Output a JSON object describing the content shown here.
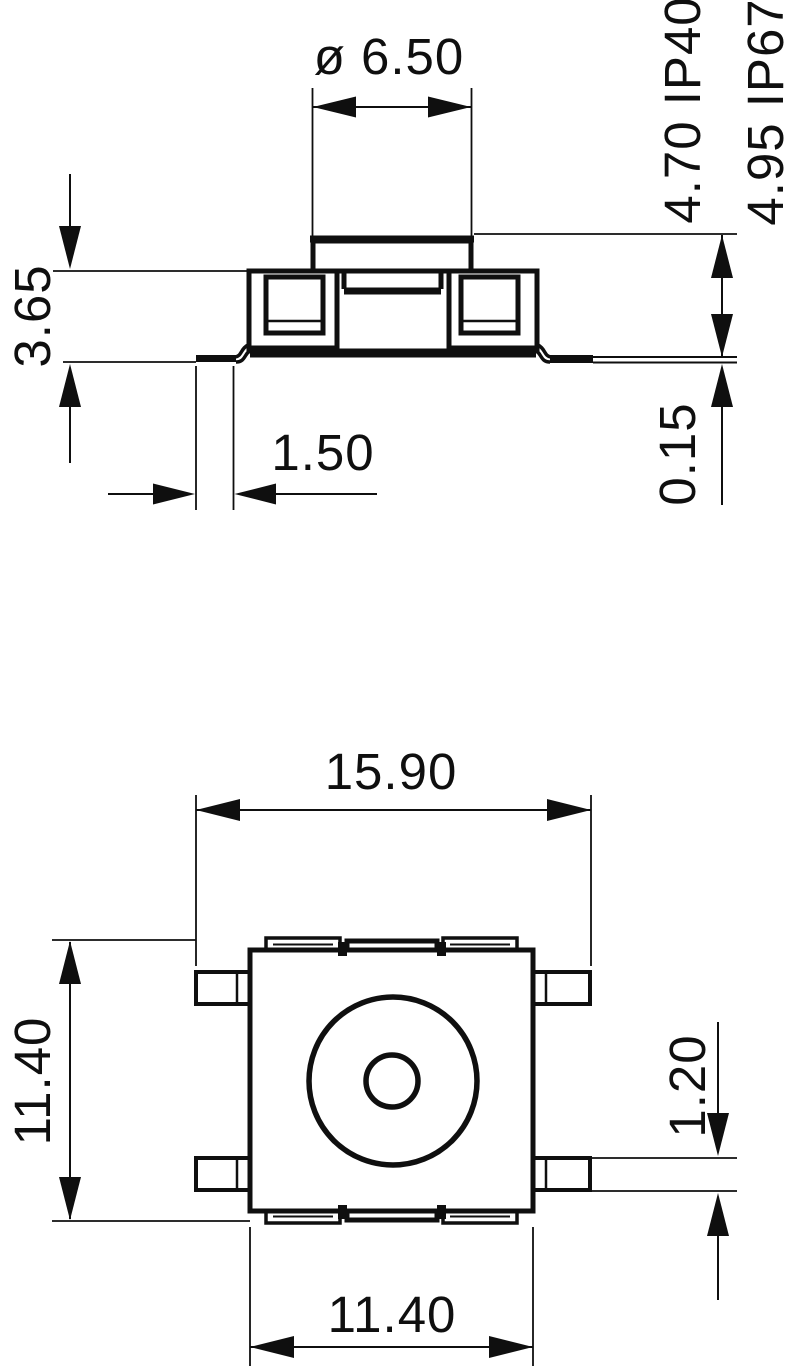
{
  "drawing": {
    "ink": "#0f0f0f",
    "background": "#ffffff",
    "side_view": {
      "diameter": "ø 6.50",
      "height_ip40": "4.70 IP40",
      "height_ip67": "4.95 IP67",
      "body_height": "3.65",
      "lead_foot_length": "1.50",
      "lead_thickness": "0.15"
    },
    "top_view": {
      "overall_width": "15.90",
      "body_height": "11.40",
      "lead_width": "1.20",
      "body_width": "11.40"
    }
  }
}
